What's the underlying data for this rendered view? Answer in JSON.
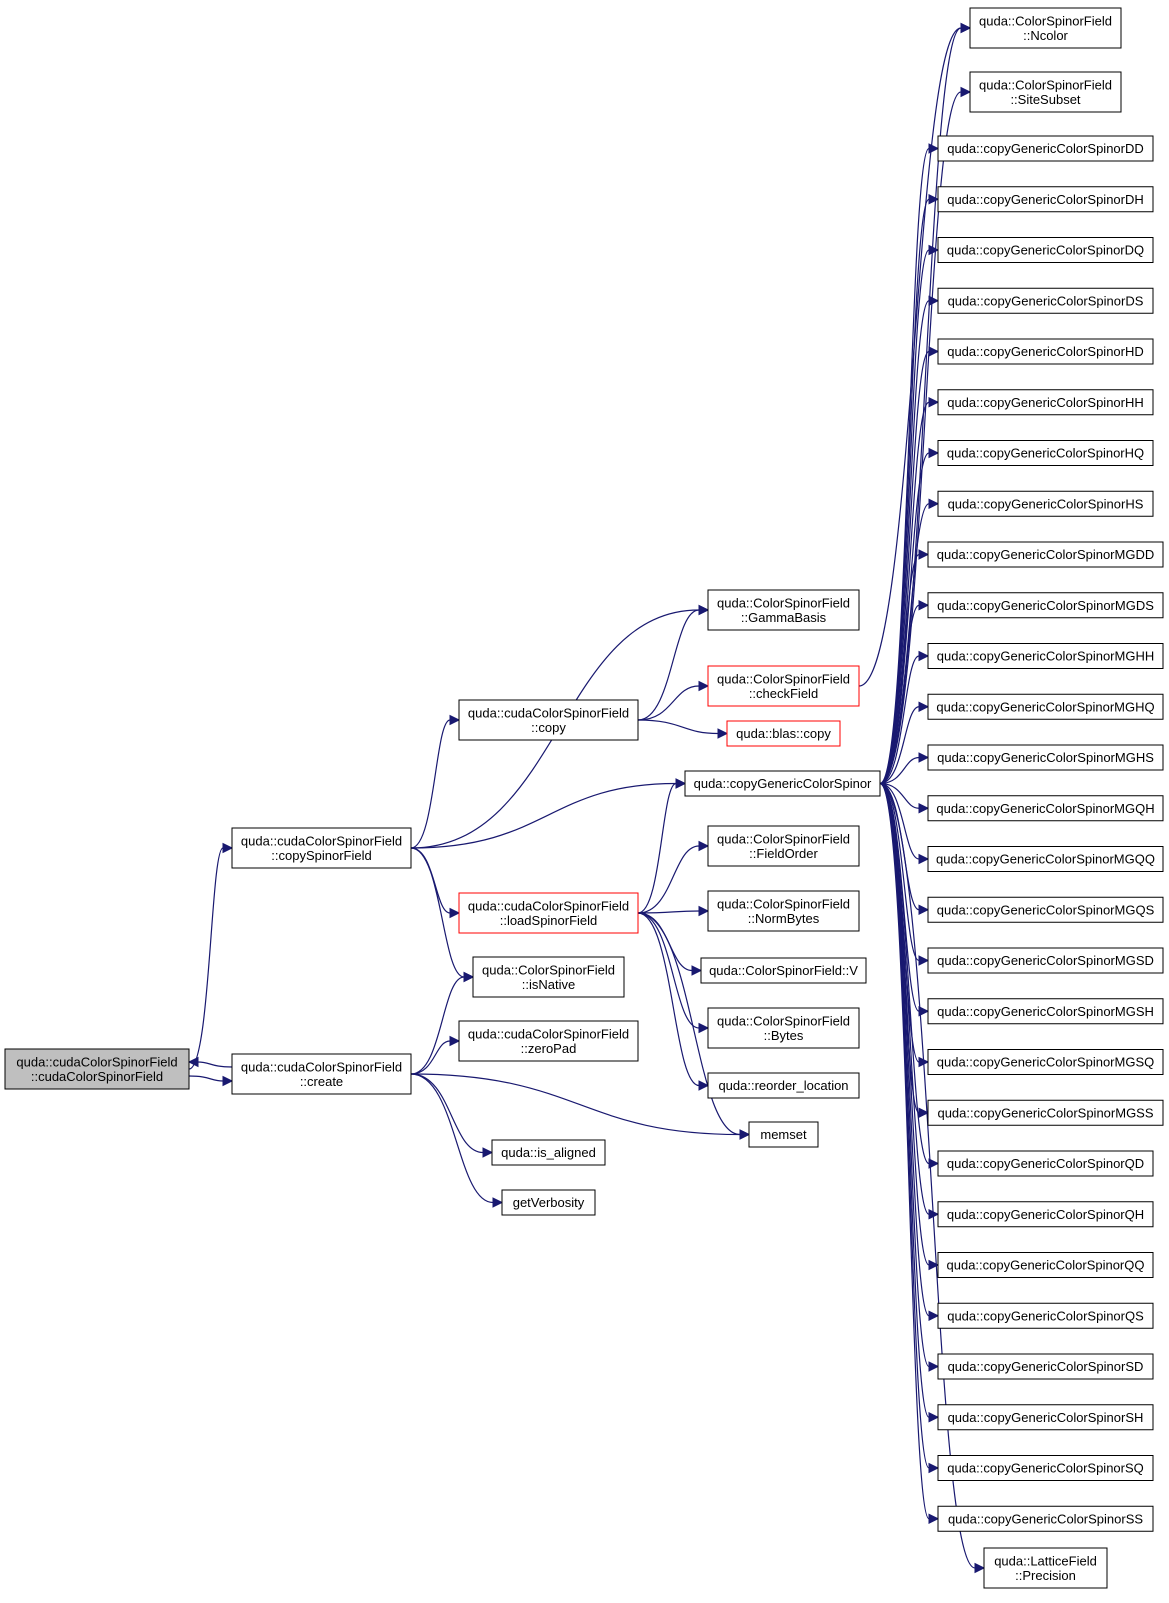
{
  "colors": {
    "edge": "#191970",
    "node_border": "#000000",
    "root_fill": "#bfbfbf",
    "red_border": "#ff0000"
  },
  "nodes": {
    "root": {
      "lines": [
        "quda::cudaColorSpinorField",
        "::cudaColorSpinorField"
      ],
      "style": "root"
    },
    "copySpinor": {
      "lines": [
        "quda::cudaColorSpinorField",
        "::copySpinorField"
      ]
    },
    "create": {
      "lines": [
        "quda::cudaColorSpinorField",
        "::create"
      ]
    },
    "copy": {
      "lines": [
        "quda::cudaColorSpinorField",
        "::copy"
      ]
    },
    "loadSpinor": {
      "lines": [
        "quda::cudaColorSpinorField",
        "::loadSpinorField"
      ],
      "style": "red"
    },
    "isNative": {
      "lines": [
        "quda::ColorSpinorField",
        "::isNative"
      ]
    },
    "zeroPad": {
      "lines": [
        "quda::cudaColorSpinorField",
        "::zeroPad"
      ]
    },
    "isAligned": {
      "lines": [
        "quda::is_aligned"
      ]
    },
    "getVerb": {
      "lines": [
        "getVerbosity"
      ]
    },
    "gamma": {
      "lines": [
        "quda::ColorSpinorField",
        "::GammaBasis"
      ]
    },
    "checkField": {
      "lines": [
        "quda::ColorSpinorField",
        "::checkField"
      ],
      "style": "red"
    },
    "blasCopy": {
      "lines": [
        "quda::blas::copy"
      ],
      "style": "red"
    },
    "cgcs": {
      "lines": [
        "quda::copyGenericColorSpinor"
      ]
    },
    "fieldOrder": {
      "lines": [
        "quda::ColorSpinorField",
        "::FieldOrder"
      ]
    },
    "normBytes": {
      "lines": [
        "quda::ColorSpinorField",
        "::NormBytes"
      ]
    },
    "V": {
      "lines": [
        "quda::ColorSpinorField::V"
      ]
    },
    "bytes": {
      "lines": [
        "quda::ColorSpinorField",
        "::Bytes"
      ]
    },
    "reorder": {
      "lines": [
        "quda::reorder_location"
      ]
    },
    "memset": {
      "lines": [
        "memset"
      ]
    },
    "ncolor": {
      "lines": [
        "quda::ColorSpinorField",
        "::Ncolor"
      ]
    },
    "siteSubset": {
      "lines": [
        "quda::ColorSpinorField",
        "::SiteSubset"
      ]
    },
    "DD": {
      "lines": [
        "quda::copyGenericColorSpinorDD"
      ]
    },
    "DH": {
      "lines": [
        "quda::copyGenericColorSpinorDH"
      ]
    },
    "DQ": {
      "lines": [
        "quda::copyGenericColorSpinorDQ"
      ]
    },
    "DS": {
      "lines": [
        "quda::copyGenericColorSpinorDS"
      ]
    },
    "HD": {
      "lines": [
        "quda::copyGenericColorSpinorHD"
      ]
    },
    "HH": {
      "lines": [
        "quda::copyGenericColorSpinorHH"
      ]
    },
    "HQ": {
      "lines": [
        "quda::copyGenericColorSpinorHQ"
      ]
    },
    "HS": {
      "lines": [
        "quda::copyGenericColorSpinorHS"
      ]
    },
    "MGDD": {
      "lines": [
        "quda::copyGenericColorSpinorMGDD"
      ]
    },
    "MGDS": {
      "lines": [
        "quda::copyGenericColorSpinorMGDS"
      ]
    },
    "MGHH": {
      "lines": [
        "quda::copyGenericColorSpinorMGHH"
      ]
    },
    "MGHQ": {
      "lines": [
        "quda::copyGenericColorSpinorMGHQ"
      ]
    },
    "MGHS": {
      "lines": [
        "quda::copyGenericColorSpinorMGHS"
      ]
    },
    "MGQH": {
      "lines": [
        "quda::copyGenericColorSpinorMGQH"
      ]
    },
    "MGQQ": {
      "lines": [
        "quda::copyGenericColorSpinorMGQQ"
      ]
    },
    "MGQS": {
      "lines": [
        "quda::copyGenericColorSpinorMGQS"
      ]
    },
    "MGSD": {
      "lines": [
        "quda::copyGenericColorSpinorMGSD"
      ]
    },
    "MGSH": {
      "lines": [
        "quda::copyGenericColorSpinorMGSH"
      ]
    },
    "MGSQ": {
      "lines": [
        "quda::copyGenericColorSpinorMGSQ"
      ]
    },
    "MGSS": {
      "lines": [
        "quda::copyGenericColorSpinorMGSS"
      ]
    },
    "QD": {
      "lines": [
        "quda::copyGenericColorSpinorQD"
      ]
    },
    "QH": {
      "lines": [
        "quda::copyGenericColorSpinorQH"
      ]
    },
    "QQ": {
      "lines": [
        "quda::copyGenericColorSpinorQQ"
      ]
    },
    "QS": {
      "lines": [
        "quda::copyGenericColorSpinorQS"
      ]
    },
    "SD": {
      "lines": [
        "quda::copyGenericColorSpinorSD"
      ]
    },
    "SH": {
      "lines": [
        "quda::copyGenericColorSpinorSH"
      ]
    },
    "SQ": {
      "lines": [
        "quda::copyGenericColorSpinorSQ"
      ]
    },
    "SS": {
      "lines": [
        "quda::copyGenericColorSpinorSS"
      ]
    },
    "precision": {
      "lines": [
        "quda::LatticeField",
        "::Precision"
      ]
    }
  },
  "edges": [
    [
      "root",
      "copySpinor"
    ],
    [
      "root",
      "create"
    ],
    [
      "create",
      "root"
    ],
    [
      "copySpinor",
      "copy"
    ],
    [
      "copySpinor",
      "gamma"
    ],
    [
      "copySpinor",
      "cgcs"
    ],
    [
      "copySpinor",
      "loadSpinor"
    ],
    [
      "copySpinor",
      "isNative"
    ],
    [
      "create",
      "isNative"
    ],
    [
      "create",
      "zeroPad"
    ],
    [
      "create",
      "memset"
    ],
    [
      "create",
      "isAligned"
    ],
    [
      "create",
      "getVerb"
    ],
    [
      "copy",
      "gamma"
    ],
    [
      "copy",
      "checkField"
    ],
    [
      "copy",
      "blasCopy"
    ],
    [
      "checkField",
      "ncolor"
    ],
    [
      "loadSpinor",
      "cgcs"
    ],
    [
      "loadSpinor",
      "fieldOrder"
    ],
    [
      "loadSpinor",
      "normBytes"
    ],
    [
      "loadSpinor",
      "V"
    ],
    [
      "loadSpinor",
      "bytes"
    ],
    [
      "loadSpinor",
      "reorder"
    ],
    [
      "loadSpinor",
      "memset"
    ],
    [
      "cgcs",
      "ncolor"
    ],
    [
      "cgcs",
      "siteSubset"
    ],
    [
      "cgcs",
      "DD"
    ],
    [
      "cgcs",
      "DH"
    ],
    [
      "cgcs",
      "DQ"
    ],
    [
      "cgcs",
      "DS"
    ],
    [
      "cgcs",
      "HD"
    ],
    [
      "cgcs",
      "HH"
    ],
    [
      "cgcs",
      "HQ"
    ],
    [
      "cgcs",
      "HS"
    ],
    [
      "cgcs",
      "MGDD"
    ],
    [
      "cgcs",
      "MGDS"
    ],
    [
      "cgcs",
      "MGHH"
    ],
    [
      "cgcs",
      "MGHQ"
    ],
    [
      "cgcs",
      "MGHS"
    ],
    [
      "cgcs",
      "MGQH"
    ],
    [
      "cgcs",
      "MGQQ"
    ],
    [
      "cgcs",
      "MGQS"
    ],
    [
      "cgcs",
      "MGSD"
    ],
    [
      "cgcs",
      "MGSH"
    ],
    [
      "cgcs",
      "MGSQ"
    ],
    [
      "cgcs",
      "MGSS"
    ],
    [
      "cgcs",
      "QD"
    ],
    [
      "cgcs",
      "QH"
    ],
    [
      "cgcs",
      "QQ"
    ],
    [
      "cgcs",
      "QS"
    ],
    [
      "cgcs",
      "SD"
    ],
    [
      "cgcs",
      "SH"
    ],
    [
      "cgcs",
      "SQ"
    ],
    [
      "cgcs",
      "SS"
    ],
    [
      "cgcs",
      "precision"
    ]
  ]
}
